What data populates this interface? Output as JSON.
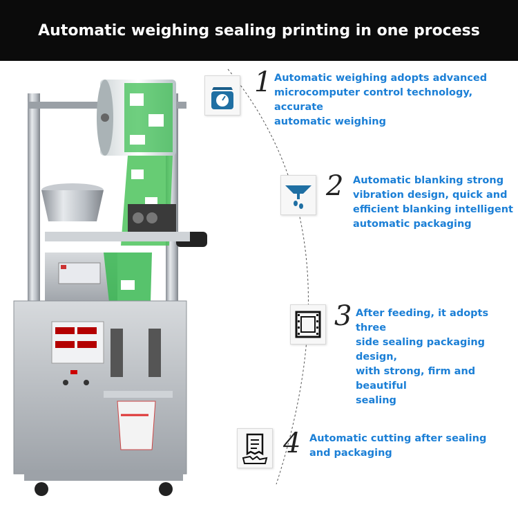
{
  "banner": {
    "title": "Automatic weighing sealing printing in one process"
  },
  "colors": {
    "banner_bg": "#0b0b0b",
    "feature_text": "#1b7fd6"
  },
  "features": [
    {
      "number": "1",
      "icon": "weighing-scale-icon",
      "text": "Automatic weighing adopts advanced\nmicrocomputer control technology, accurate\n automatic weighing"
    },
    {
      "number": "2",
      "icon": "hopper-blanking-icon",
      "text": "Automatic blanking strong\nvibration design, quick and\nefficient blanking intelligent\nautomatic packaging"
    },
    {
      "number": "3",
      "icon": "film-seal-icon",
      "text": "After feeding, it adopts three\nside sealing packaging design,\nwith strong, firm and beautiful\nsealing"
    },
    {
      "number": "4",
      "icon": "receipt-cut-icon",
      "text": "Automatic cutting after sealing\nand packaging"
    }
  ]
}
